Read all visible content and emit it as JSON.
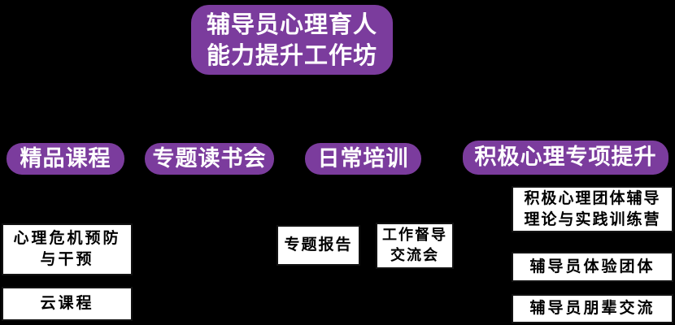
{
  "diagram": {
    "type": "flowchart",
    "background_color": "#000000",
    "node_color": "#7B3C9D",
    "node_text_color": "#ffffff",
    "leaf_bg_color": "#ffffff",
    "leaf_border_color": "#121212",
    "leaf_text_color": "#000000"
  },
  "root": {
    "line1": "辅导员心理育人",
    "line2": "能力提升工作坊"
  },
  "categories": [
    {
      "label": "精品课程"
    },
    {
      "label": "专题读书会"
    },
    {
      "label": "日常培训"
    },
    {
      "label": "积极心理专项提升"
    }
  ],
  "courses": {
    "crisis": {
      "line1": "心理危机预防",
      "line2": "与干预"
    },
    "cloud": {
      "line1": "云课程"
    },
    "report": {
      "line1": "专题报告"
    },
    "supervision": {
      "line1": "工作督导",
      "line2": "交流会"
    },
    "camp": {
      "line1": "积极心理团体辅导",
      "line2": "理论与实践训练营"
    },
    "experience": {
      "line1": "辅导员体验团体"
    },
    "peer": {
      "line1": "辅导员朋辈交流"
    }
  }
}
